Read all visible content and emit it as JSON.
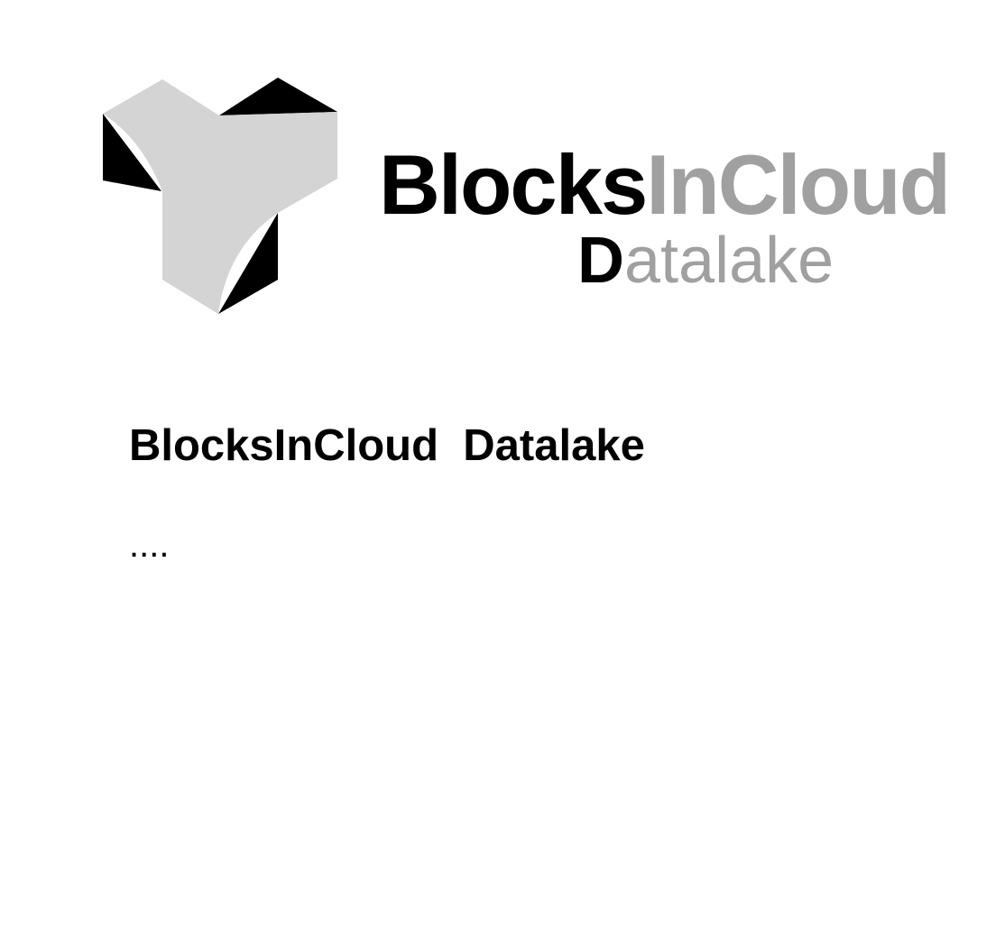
{
  "logo": {
    "icon": "blocks-cube-logo-icon",
    "wordmark": {
      "part1": "Blocks",
      "part2": "InCloud",
      "line2_initial": "D",
      "line2_rest": "atalake"
    },
    "colors": {
      "dark": "#000000",
      "grey": "#a0a0a0",
      "light_grey": "#d4d4d4"
    }
  },
  "document": {
    "heading": "BlocksInCloud  Datalake",
    "body": "...."
  }
}
